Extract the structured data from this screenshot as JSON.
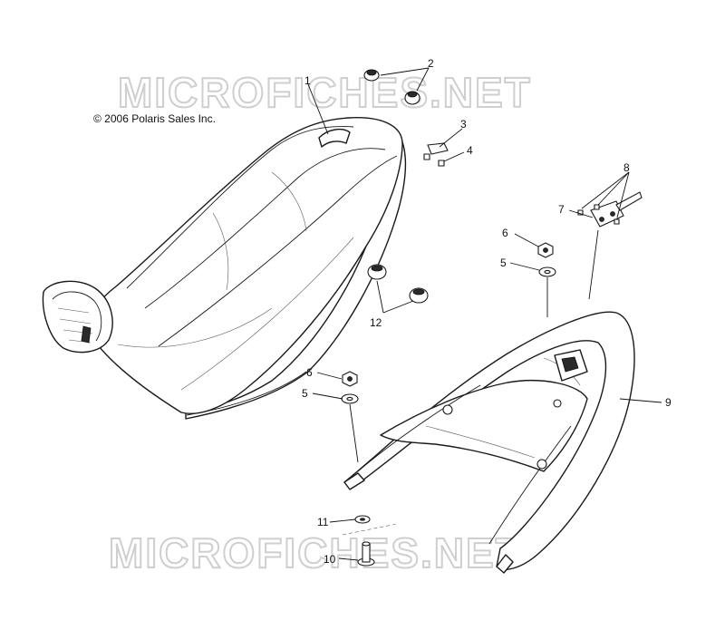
{
  "watermark": {
    "text": "MICROFICHES.NET"
  },
  "copyright": "© 2006 Polaris Sales Inc.",
  "callouts": [
    {
      "id": "callout-1",
      "label": "1"
    },
    {
      "id": "callout-2",
      "label": "2"
    },
    {
      "id": "callout-3",
      "label": "3"
    },
    {
      "id": "callout-4",
      "label": "4"
    },
    {
      "id": "callout-5a",
      "label": "5"
    },
    {
      "id": "callout-5b",
      "label": "5"
    },
    {
      "id": "callout-6a",
      "label": "6"
    },
    {
      "id": "callout-6b",
      "label": "6"
    },
    {
      "id": "callout-7",
      "label": "7"
    },
    {
      "id": "callout-8",
      "label": "8"
    },
    {
      "id": "callout-9",
      "label": "9"
    },
    {
      "id": "callout-10",
      "label": "10"
    },
    {
      "id": "callout-11",
      "label": "11"
    },
    {
      "id": "callout-12",
      "label": "12"
    }
  ]
}
